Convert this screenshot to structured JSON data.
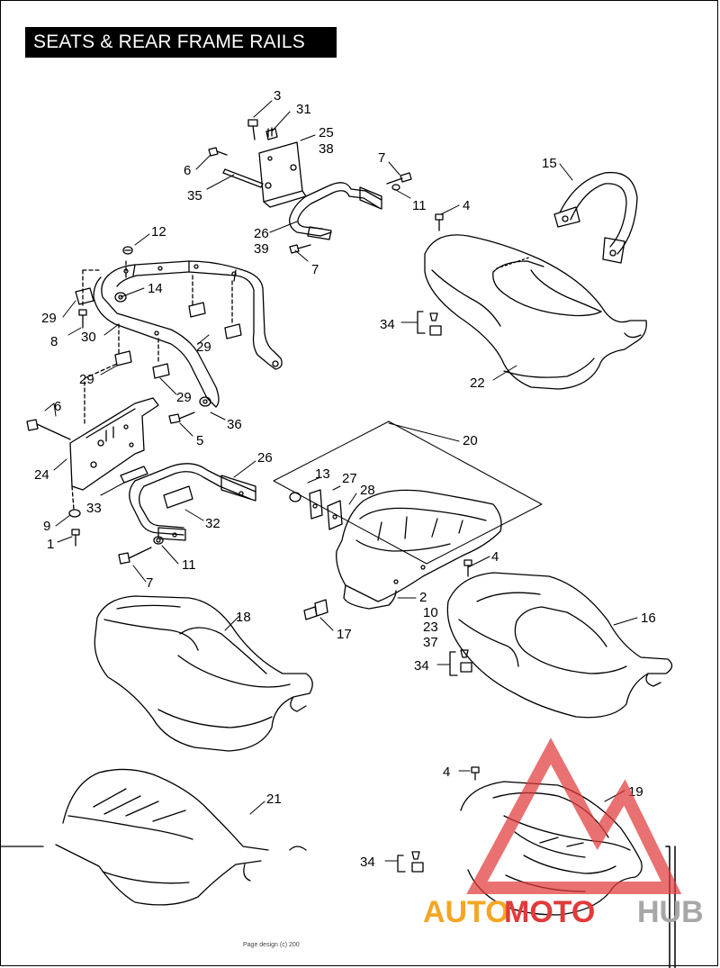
{
  "page": {
    "title": "SEATS & REAR FRAME RAILS",
    "copyright": "Page design (c) 200"
  },
  "callouts": [
    {
      "id": "c3",
      "text": "3"
    },
    {
      "id": "c31",
      "text": "31"
    },
    {
      "id": "c25",
      "text": "25"
    },
    {
      "id": "c38",
      "text": "38"
    },
    {
      "id": "c6a",
      "text": "6"
    },
    {
      "id": "c35",
      "text": "35"
    },
    {
      "id": "c7a",
      "text": "7"
    },
    {
      "id": "c11a",
      "text": "11"
    },
    {
      "id": "c4a",
      "text": "4"
    },
    {
      "id": "c15",
      "text": "15"
    },
    {
      "id": "c26a",
      "text": "26"
    },
    {
      "id": "c39",
      "text": "39"
    },
    {
      "id": "c7b",
      "text": "7"
    },
    {
      "id": "c12",
      "text": "12"
    },
    {
      "id": "c14",
      "text": "14"
    },
    {
      "id": "c29a",
      "text": "29"
    },
    {
      "id": "c8",
      "text": "8"
    },
    {
      "id": "c30",
      "text": "30"
    },
    {
      "id": "c29b",
      "text": "29"
    },
    {
      "id": "c29c",
      "text": "29"
    },
    {
      "id": "c29d",
      "text": "29"
    },
    {
      "id": "c34a",
      "text": "34"
    },
    {
      "id": "c22",
      "text": "22"
    },
    {
      "id": "c6b",
      "text": "6"
    },
    {
      "id": "c36",
      "text": "36"
    },
    {
      "id": "c5",
      "text": "5"
    },
    {
      "id": "c24",
      "text": "24"
    },
    {
      "id": "c26b",
      "text": "26"
    },
    {
      "id": "c20",
      "text": "20"
    },
    {
      "id": "c33",
      "text": "33"
    },
    {
      "id": "c13",
      "text": "13"
    },
    {
      "id": "c27",
      "text": "27"
    },
    {
      "id": "c28",
      "text": "28"
    },
    {
      "id": "c9",
      "text": "9"
    },
    {
      "id": "c32",
      "text": "32"
    },
    {
      "id": "c1",
      "text": "1"
    },
    {
      "id": "c11b",
      "text": "11"
    },
    {
      "id": "c4b",
      "text": "4"
    },
    {
      "id": "c7c",
      "text": "7"
    },
    {
      "id": "c2",
      "text": "2"
    },
    {
      "id": "c10",
      "text": "10"
    },
    {
      "id": "c16",
      "text": "16"
    },
    {
      "id": "c18",
      "text": "18"
    },
    {
      "id": "c17",
      "text": "17"
    },
    {
      "id": "c23",
      "text": "23"
    },
    {
      "id": "c37",
      "text": "37"
    },
    {
      "id": "c34b",
      "text": "34"
    },
    {
      "id": "c4c",
      "text": "4"
    },
    {
      "id": "c19",
      "text": "19"
    },
    {
      "id": "c21",
      "text": "21"
    },
    {
      "id": "c34c",
      "text": "34"
    }
  ],
  "watermark": {
    "part1": "AUTO",
    "part2": "MOTO",
    "part3": "HUB",
    "color_orange": "#f4a623",
    "color_red": "#e23a3a",
    "color_gray": "#a7a7a7"
  }
}
